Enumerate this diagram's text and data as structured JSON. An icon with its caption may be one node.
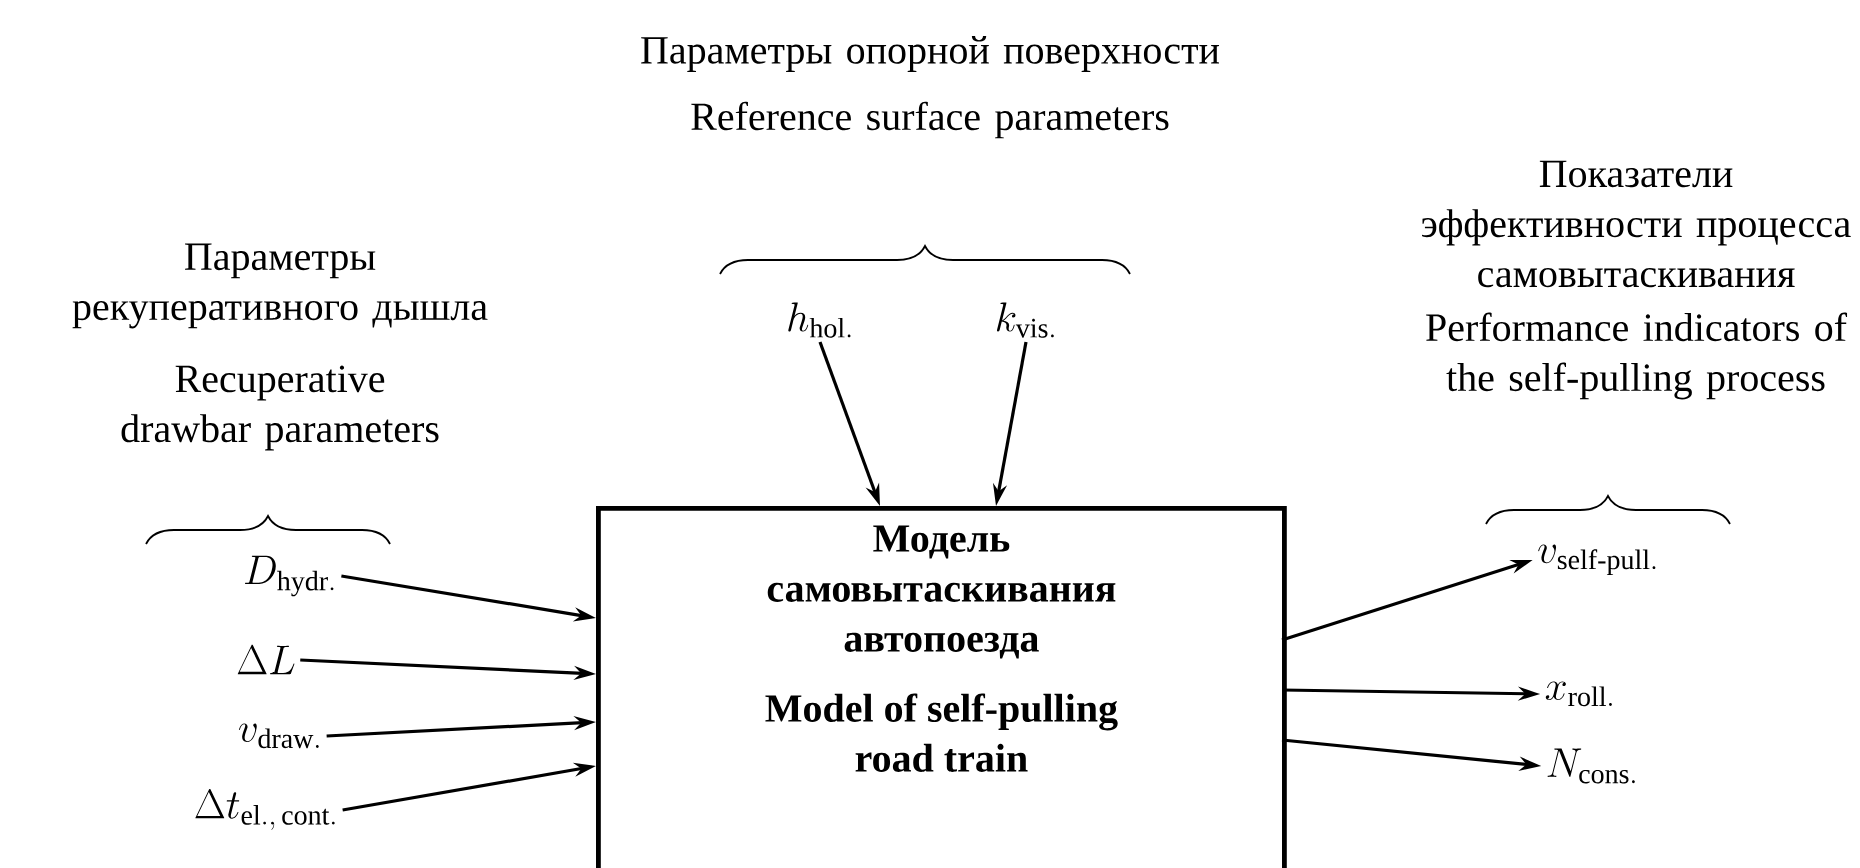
{
  "diagram": {
    "nodes": [
      {
        "text": [
          "Модель самовытаскивания автопоезда",
          "Model of self-pulling road train"
        ]
      },
      {
        "text": [
          "h_{\\mathrm{hol.}}"
        ]
      },
      {
        "text": [
          "k_{\\mathrm{vis.}}"
        ]
      },
      {
        "text": [
          "D_{\\mathrm{hydr.}}"
        ]
      },
      {
        "text": [
          "\\Delta L"
        ]
      },
      {
        "text": [
          "v_{\\mathrm{draw.}}"
        ]
      },
      {
        "text": [
          "\\Delta t_{\\mathrm{el.,\\,cont.}}"
        ]
      },
      {
        "text": [
          "v_{\\mathrm{self\\text{-}pull.}}"
        ]
      },
      {
        "text": [
          "x_{\\mathrm{roll.}}"
        ]
      },
      {
        "text": [
          "N_{\\mathrm{cons.}}"
        ]
      }
    ],
    "edges": [
      {
        "from": 1,
        "to": 0,
        "arrow": "to"
      },
      {
        "from": 2,
        "to": 0,
        "arrow": "to"
      },
      {
        "from": 3,
        "to": 0,
        "arrow": "to"
      },
      {
        "from": 4,
        "to": 0,
        "arrow": "to"
      },
      {
        "from": 5,
        "to": 0,
        "arrow": "to"
      },
      {
        "from": 6,
        "to": 0,
        "arrow": "to"
      },
      {
        "from": 0,
        "to": 7,
        "arrow": "to"
      },
      {
        "from": 0,
        "to": 8,
        "arrow": "to"
      },
      {
        "from": 0,
        "to": 9,
        "arrow": "to"
      }
    ],
    "labels": [
      "Параметры опорной поверхности",
      "Reference surface parameters",
      "Параметры рекуперативного дышла",
      "Recuperative drawbar parameters",
      "Показатели эффективности процесса самовытаскивания",
      "Performance indicators of the self-pulling process"
    ]
  }
}
